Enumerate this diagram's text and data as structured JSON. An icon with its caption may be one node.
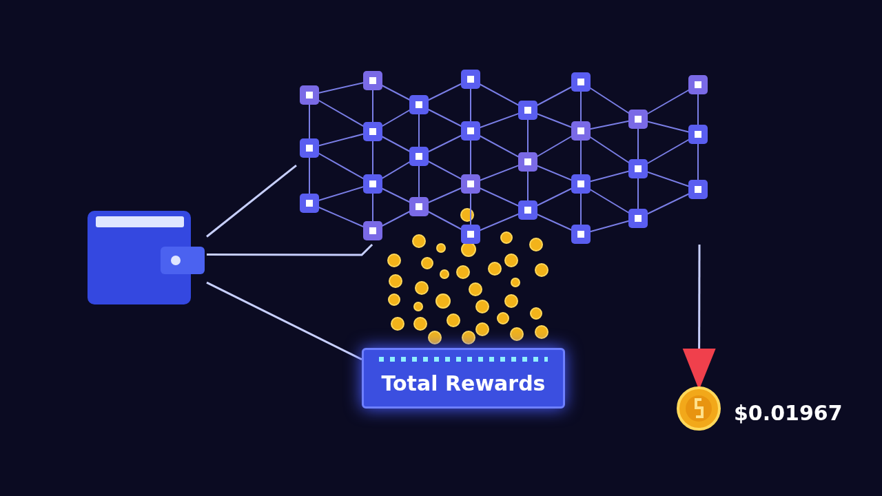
{
  "diagram": {
    "nodes": [
      {
        "text": [],
        "shape": "picture"
      },
      {
        "text": [],
        "shape": "picture"
      },
      {
        "text": [
          "Total Rewards"
        ]
      },
      {
        "text": [],
        "shape": "picture",
        "beside": [
          "$0.01967"
        ]
      }
    ],
    "edges": [
      {
        "from": 0,
        "to": 1,
        "arrow": "none"
      },
      {
        "from": 0,
        "to": 1,
        "arrow": "none"
      },
      {
        "from": 0,
        "to": 2,
        "arrow": "none"
      },
      {
        "from": 1,
        "to": 3,
        "arrow": "to"
      }
    ]
  }
}
